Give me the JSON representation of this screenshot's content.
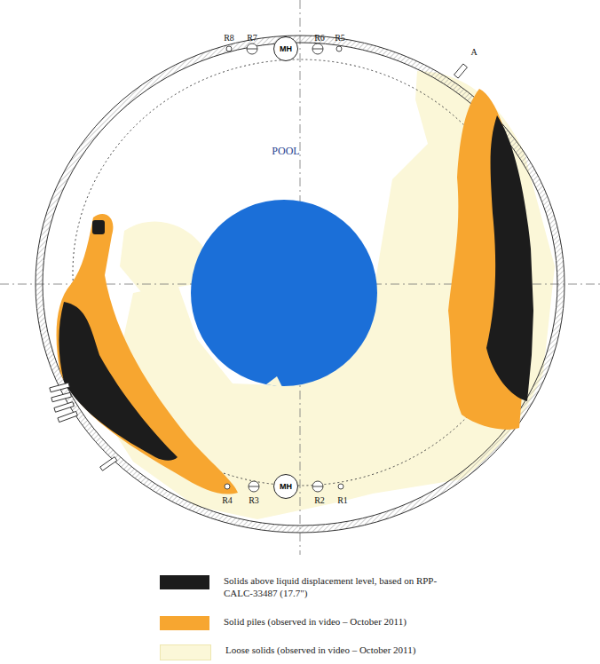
{
  "diagram": {
    "nodes": [
      {
        "text": [
          "MH"
        ]
      },
      {
        "text": [
          "MH"
        ]
      }
    ],
    "labels": [
      "R8",
      "R7",
      "R6",
      "R5",
      "A",
      "POOL",
      "R4",
      "R3",
      "R2",
      "R1"
    ],
    "legend": [
      {
        "text": "Solids above liquid displacement level, based on RPP-CALC-33487 (17.7\")",
        "color": "#1c1c1c"
      },
      {
        "text": "Solid piles (observed in video – October 2011)",
        "color": "#f7a630"
      },
      {
        "text": "Loose solids (observed in video – October 2011)",
        "color": "#fbf7d8"
      }
    ]
  }
}
